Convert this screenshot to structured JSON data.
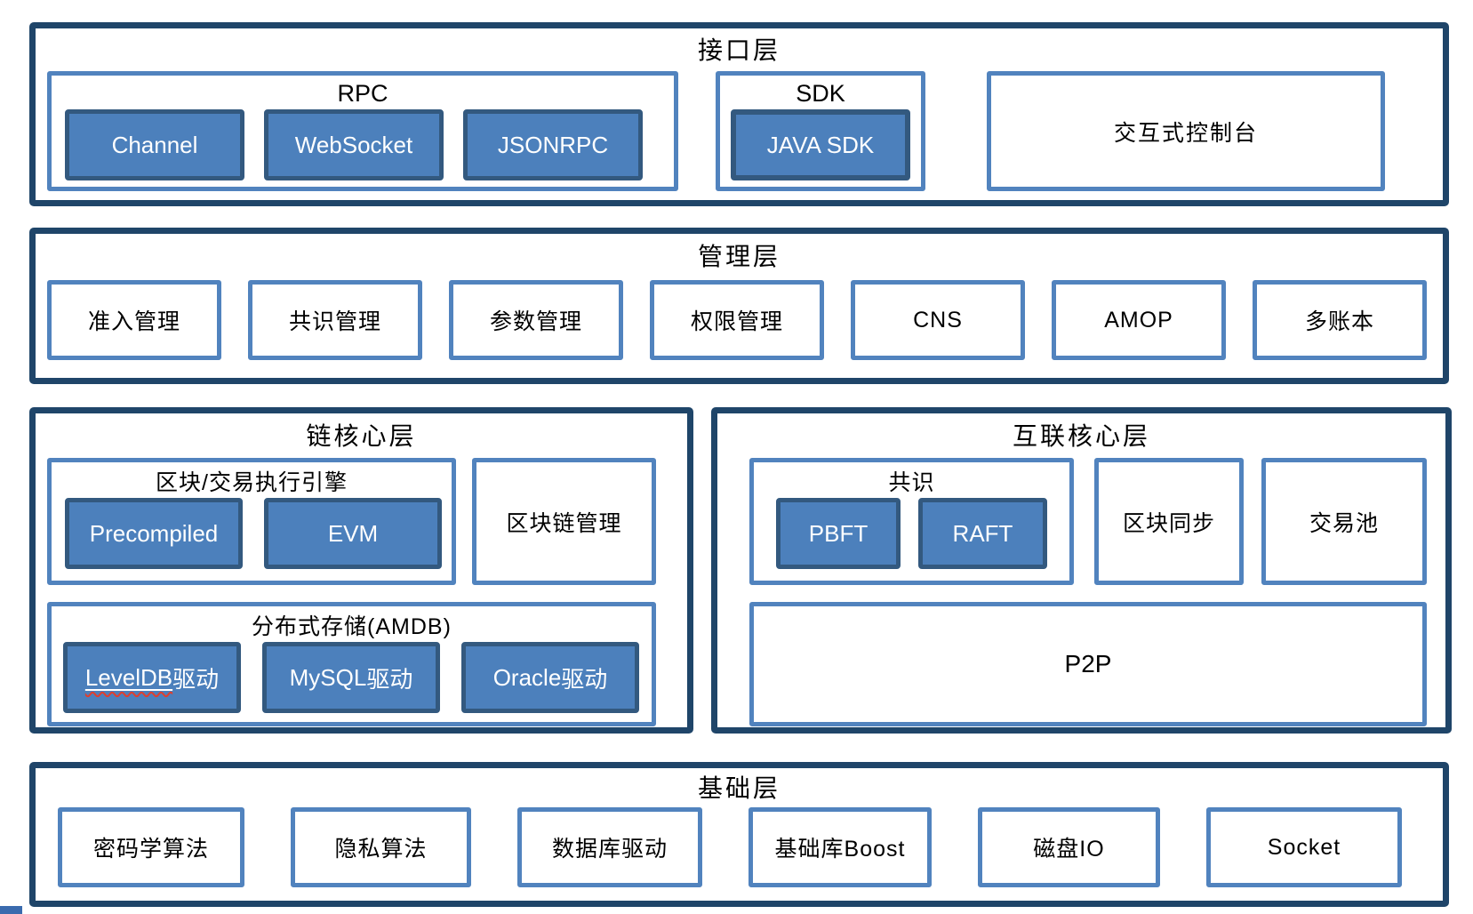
{
  "colors": {
    "outer_border": "#1F4569",
    "container_border": "#5183BE",
    "fill_box_bg": "#4C80BC",
    "fill_box_border": "#33597F",
    "fill_box_text": "#FFFFFF",
    "text_color": "#000000",
    "spellcheck": "#E03E2D",
    "accent_bar": "#3A6BAE"
  },
  "layers": {
    "interface": {
      "title": "接口层",
      "rpc": {
        "label": "RPC",
        "items": [
          "Channel",
          "WebSocket",
          "JSONRPC"
        ]
      },
      "sdk": {
        "label": "SDK",
        "items": [
          "JAVA SDK"
        ]
      },
      "console": {
        "label": "交互式控制台"
      }
    },
    "management": {
      "title": "管理层",
      "items": [
        "准入管理",
        "共识管理",
        "参数管理",
        "权限管理",
        "CNS",
        "AMOP",
        "多账本"
      ]
    },
    "chain_core": {
      "title": "链核心层",
      "engine": {
        "label": "区块/交易执行引擎",
        "items": [
          "Precompiled",
          "EVM"
        ]
      },
      "blockchain_management": {
        "label": "区块链管理"
      },
      "storage": {
        "label": "分布式存储(AMDB)",
        "items": [
          {
            "name": "LevelDB",
            "suffix": "驱动",
            "spellcheck": true
          },
          {
            "name": "MySQL",
            "suffix": "驱动",
            "spellcheck": false
          },
          {
            "name": "Oracle",
            "suffix": "驱动",
            "spellcheck": false
          }
        ]
      }
    },
    "interconnect_core": {
      "title": "互联核心层",
      "consensus": {
        "label": "共识",
        "items": [
          "PBFT",
          "RAFT"
        ]
      },
      "block_sync": {
        "label": "区块同步"
      },
      "tx_pool": {
        "label": "交易池"
      },
      "p2p": {
        "label": "P2P"
      }
    },
    "foundation": {
      "title": "基础层",
      "items": [
        "密码学算法",
        "隐私算法",
        "数据库驱动",
        "基础库Boost",
        "磁盘IO",
        "Socket"
      ]
    }
  }
}
